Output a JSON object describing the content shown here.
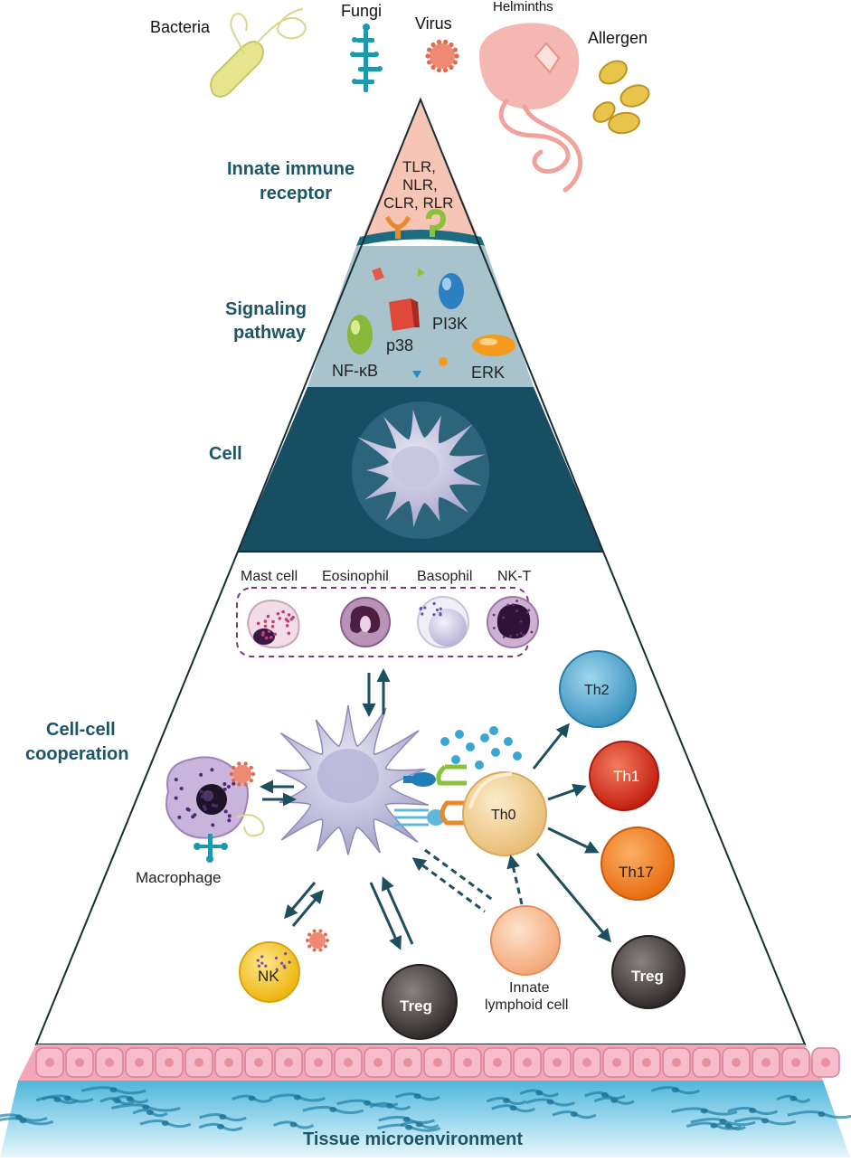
{
  "pathogens": {
    "bacteria": "Bacteria",
    "fungi": "Fungi",
    "virus": "Virus",
    "helminths": "Helminths",
    "allergen": "Allergen"
  },
  "levels": {
    "receptor": {
      "title_line1": "Innate immune",
      "title_line2": "receptor",
      "labels": [
        "TLR,",
        "NLR,",
        "CLR, RLR"
      ]
    },
    "signaling": {
      "title_line1": "Signaling",
      "title_line2": "pathway",
      "molecules": {
        "pi3k": "PI3K",
        "p38": "p38",
        "nfkb": "NF-κB",
        "erk": "ERK"
      }
    },
    "cell": {
      "title": "Cell"
    },
    "cooperation": {
      "title_line1": "Cell-cell",
      "title_line2": "cooperation"
    },
    "tissue": {
      "title": "Tissue microenvironment"
    }
  },
  "granulocytes": [
    "Mast cell",
    "Eosinophil",
    "Basophil",
    "NK-T"
  ],
  "cells": {
    "macrophage": "Macrophage",
    "nk": "NK",
    "treg_left": "Treg",
    "ilc_line1": "Innate",
    "ilc_line2": "lymphoid cell",
    "th0": "Th0",
    "th2": "Th2",
    "th1": "Th1",
    "th17": "Th17",
    "treg_right": "Treg"
  },
  "colors": {
    "teal_dark": "#174e63",
    "teal_title": "#1d5566",
    "receptor_pink": "#f6c5b5",
    "signaling_gray": "#a8c3cc",
    "th2_blue": "#4fa6cf",
    "th1_red": "#d8291b",
    "th17_orange": "#ee7a1d",
    "treg_gray": "#4a4443",
    "nk_yellow": "#f5c21a",
    "th0_tan": "#f0cf95",
    "epithelium_pink": "#f1a7b8"
  }
}
